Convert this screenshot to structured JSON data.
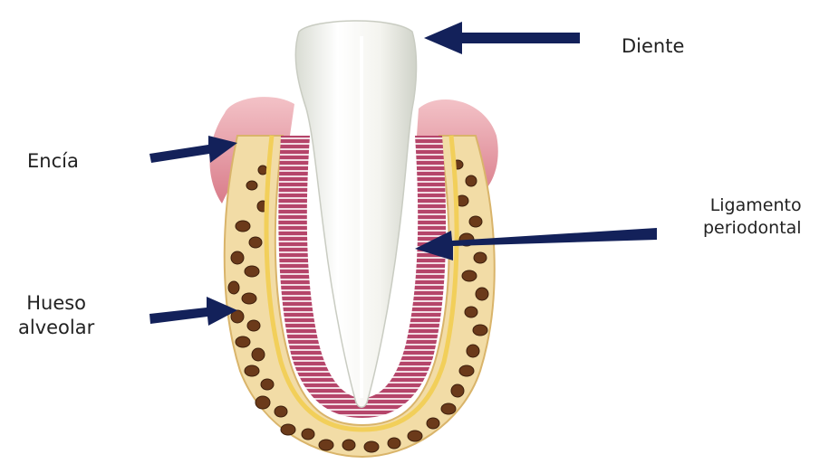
{
  "labels": {
    "diente": "Diente",
    "encia": "Encía",
    "ligamento": [
      "Ligamento",
      "periodontal"
    ],
    "hueso": [
      "Hueso",
      "alveolar"
    ]
  },
  "colors": {
    "arrow": "#13215a",
    "gum": "#e8a3ab",
    "bone": "#e8c98d",
    "bone_cell": "#6b3a1a",
    "ligament": "#b5456a",
    "tooth": "#f2f2ee",
    "canal": "#ffffff"
  }
}
